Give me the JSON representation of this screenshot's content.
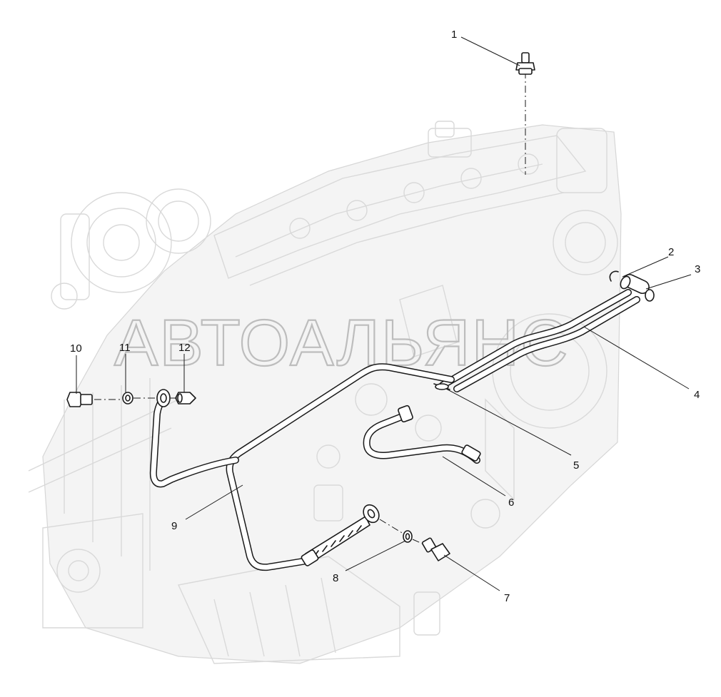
{
  "watermark": {
    "text": "АВТОАЛЬЯНС"
  },
  "callouts": {
    "c1": "1",
    "c2": "2",
    "c3": "3",
    "c4": "4",
    "c5": "5",
    "c6": "6",
    "c7": "7",
    "c8": "8",
    "c9": "9",
    "c10": "10",
    "c11": "11",
    "c12": "12"
  },
  "parts": [
    {
      "number": "1",
      "icon": "breather-valve-icon"
    },
    {
      "number": "2",
      "icon": "clamp-ring-icon"
    },
    {
      "number": "3",
      "icon": "tee-fitting-icon"
    },
    {
      "number": "4",
      "icon": "twin-pipe-icon"
    },
    {
      "number": "5",
      "icon": "pipe-clip-icon"
    },
    {
      "number": "6",
      "icon": "bent-pipe-icon"
    },
    {
      "number": "7",
      "icon": "banjo-bolt-icon"
    },
    {
      "number": "8",
      "icon": "sealing-washer-icon"
    },
    {
      "number": "9",
      "icon": "pipe-assembly-icon"
    },
    {
      "number": "10",
      "icon": "banjo-bolt-icon"
    },
    {
      "number": "11",
      "icon": "sealing-washer-icon"
    },
    {
      "number": "12",
      "icon": "nut-icon"
    }
  ]
}
